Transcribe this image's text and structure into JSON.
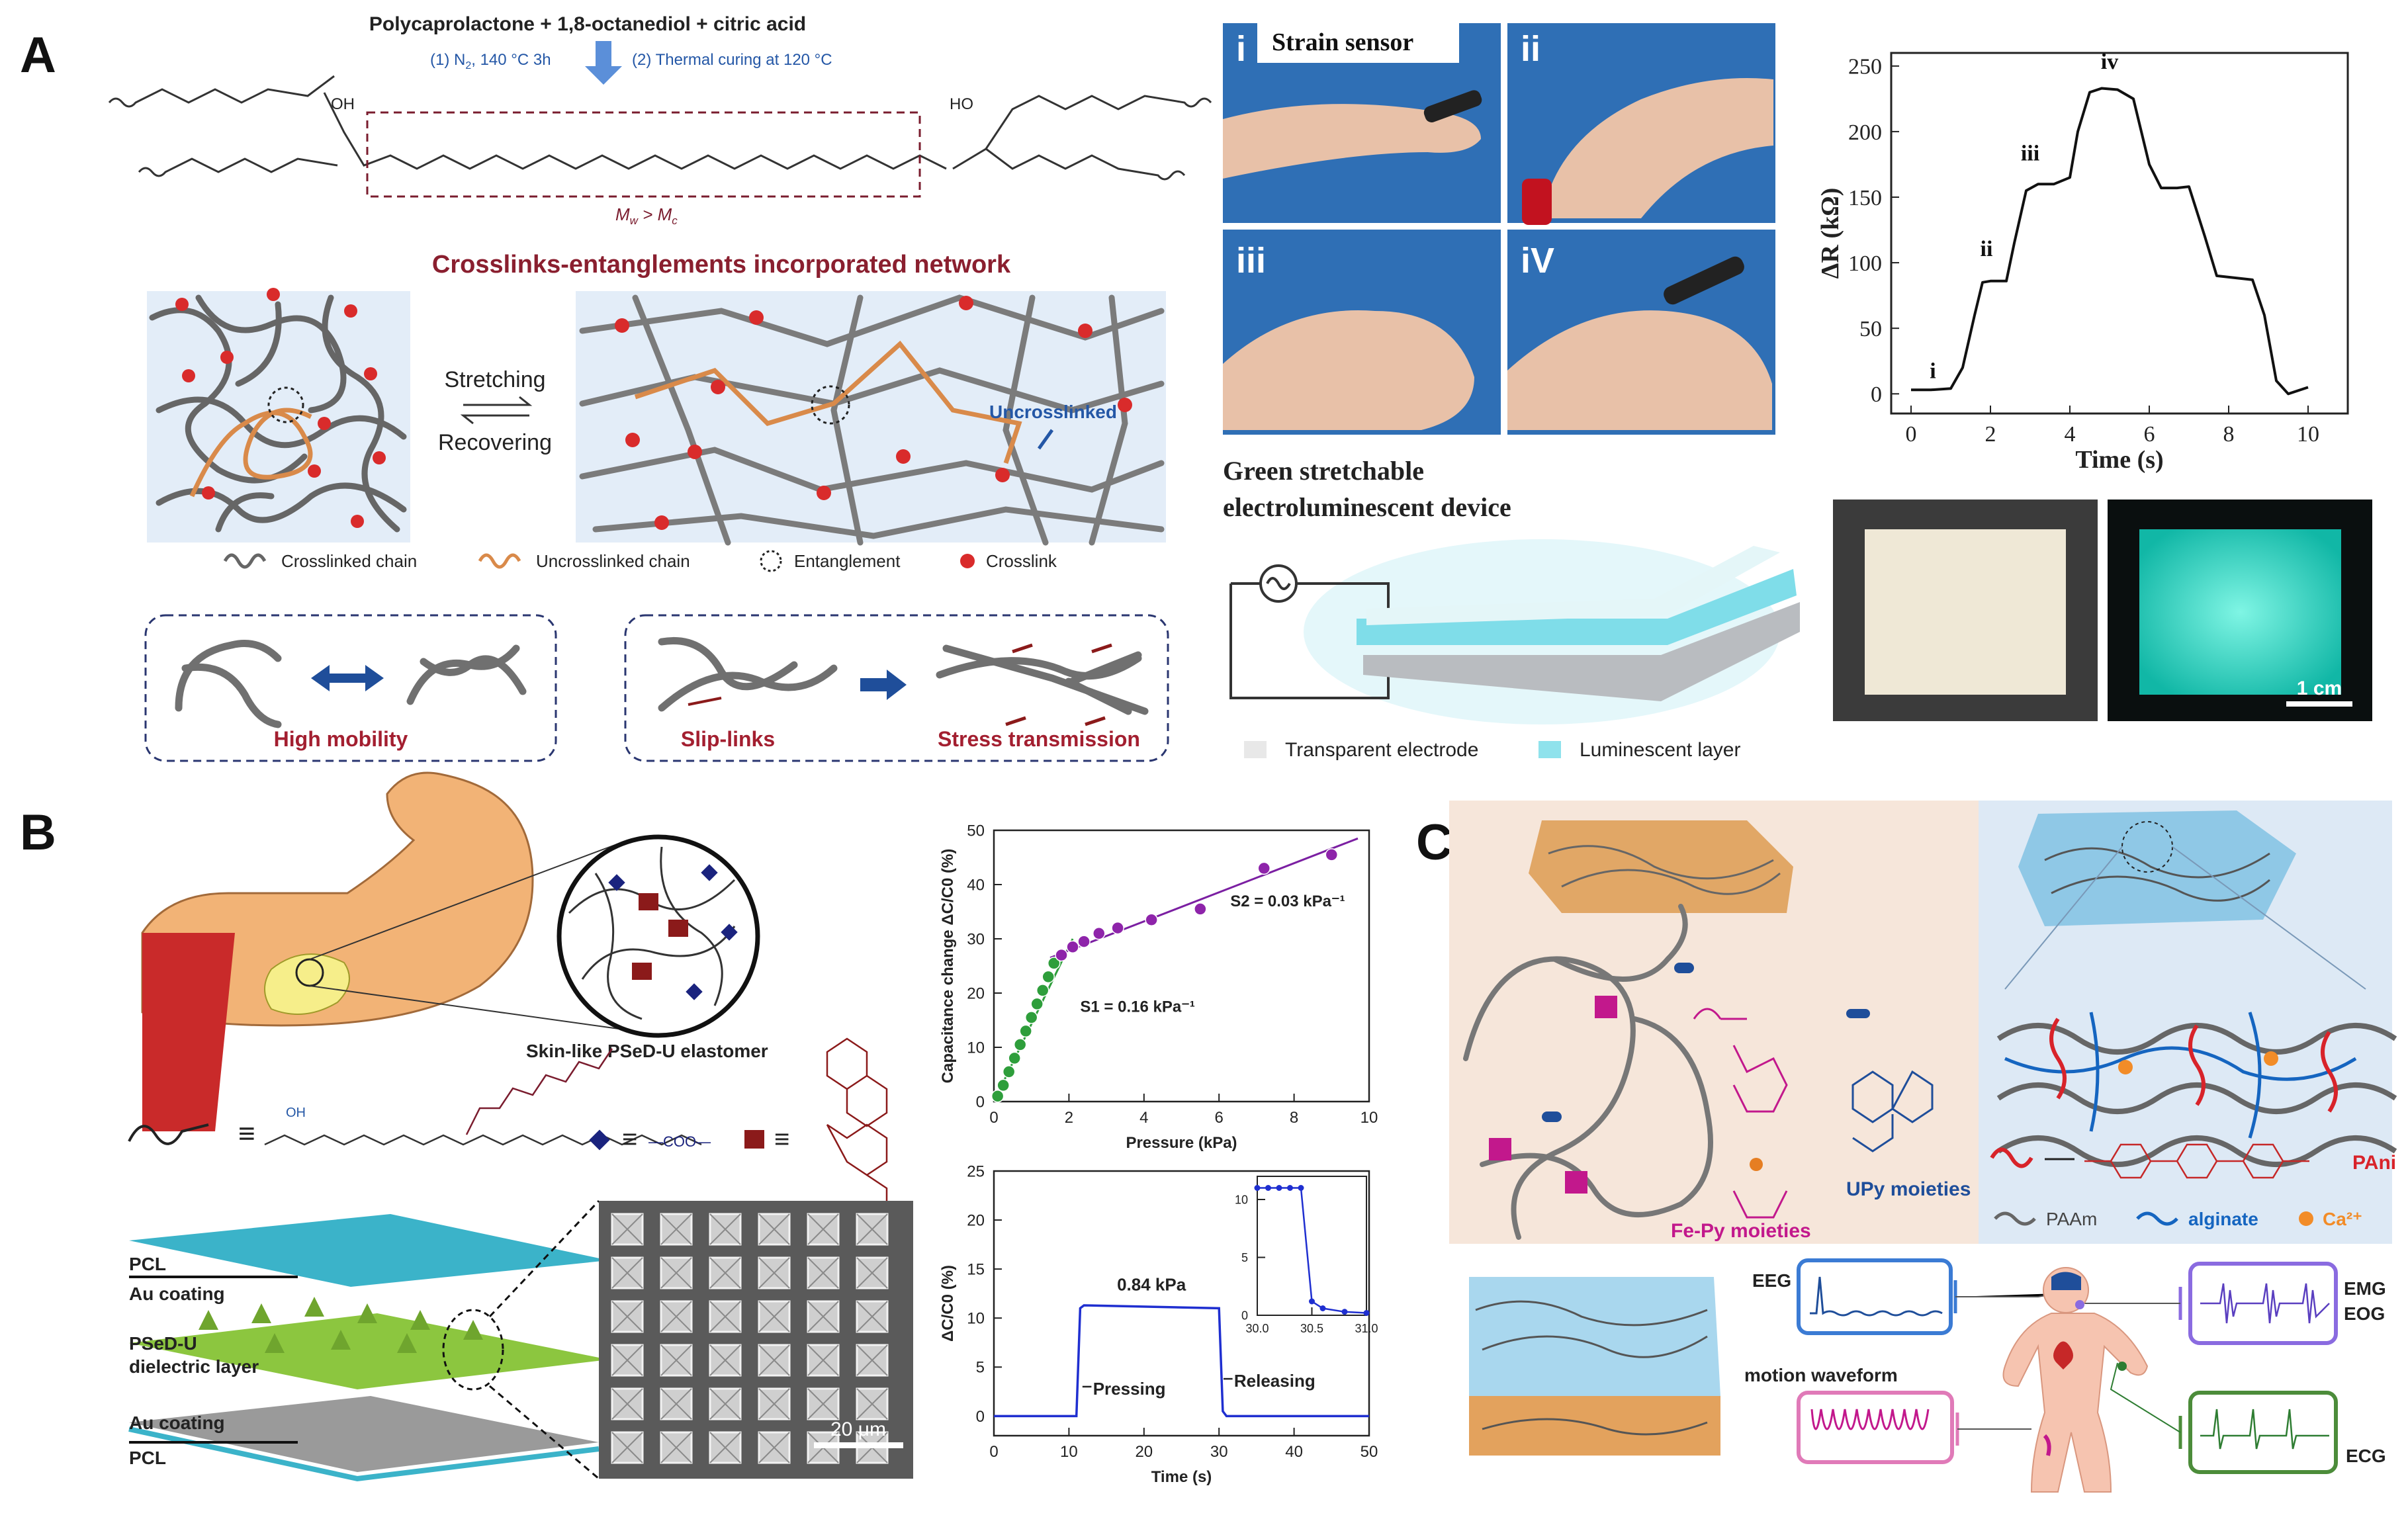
{
  "panel_labels": {
    "a": "A",
    "b": "B",
    "c": "C"
  },
  "panelA": {
    "chem_title": "Polycaprolactone + 1,8-octanediol + citric acid",
    "step1": "(1) N",
    "step1_sub": "2",
    "step1_rest": ", 140 °C 3h",
    "step2": "(2) Thermal curing at 120 °C",
    "mw_label": "M",
    "mw_sub": "w",
    "mw_rest": " > M",
    "mc_sub": "c",
    "network_title": "Crosslinks-entanglements incorporated network",
    "stretching": "Stretching",
    "recovering": "Recovering",
    "uncrosslinked": "Uncrosslinked",
    "legend": [
      "Crosslinked chain",
      "Uncrosslinked chain",
      "Entanglement",
      "Crosslink"
    ],
    "high_mobility": "High mobility",
    "slip_links": "Slip-links",
    "stress_transmission": "Stress transmission",
    "photo_labels": [
      "i",
      "ii",
      "iii",
      "iV"
    ],
    "strain_sensor": "Strain sensor",
    "device_title_1": "Green stretchable",
    "device_title_2": "electroluminescent device",
    "device_legend": [
      "Transparent electrode",
      "Luminescent layer"
    ],
    "scale_bar": "1 cm",
    "colors": {
      "maroon": "#7a1c2e",
      "orange": "#d98a4a",
      "grey_chain": "#6f6f6f",
      "crosslink": "#d92b2b",
      "glow": "#3fe8d0"
    }
  },
  "chartA": {
    "chart_data": {
      "type": "line",
      "title": "",
      "xlabel": "Time (s)",
      "ylabel": "ΔR (kΩ)",
      "xlim": [
        -0.5,
        11
      ],
      "ylim": [
        -15,
        260
      ],
      "xticks": [
        "0",
        "2",
        "4",
        "6",
        "8",
        "10"
      ],
      "yticks": [
        "0",
        "50",
        "100",
        "150",
        "200",
        "250"
      ],
      "x": [
        0,
        0.5,
        1.0,
        1.3,
        1.6,
        1.8,
        2.0,
        2.4,
        2.6,
        2.9,
        3.2,
        3.6,
        4.0,
        4.2,
        4.5,
        4.8,
        5.2,
        5.6,
        6.0,
        6.3,
        6.7,
        7.0,
        7.4,
        7.7,
        8.3,
        8.6,
        8.9,
        9.2,
        9.5,
        10.0
      ],
      "y": [
        3,
        3,
        4,
        20,
        60,
        85,
        86,
        86,
        115,
        155,
        160,
        160,
        165,
        200,
        230,
        233,
        232,
        225,
        175,
        157,
        157,
        158,
        120,
        90,
        88,
        87,
        60,
        10,
        0,
        5
      ],
      "point_labels": [
        {
          "text": "i",
          "x": 0.55,
          "y": 12
        },
        {
          "text": "ii",
          "x": 1.9,
          "y": 105
        },
        {
          "text": "iii",
          "x": 3.0,
          "y": 178
        },
        {
          "text": "iv",
          "x": 5.0,
          "y": 248
        }
      ]
    }
  },
  "panelB": {
    "skin_like": "Skin-like PSeD-U elastomer",
    "equiv": "≡",
    "coo": "—COO—",
    "oh": "OH",
    "layers": [
      "PCL",
      "Au coating",
      "PSeD-U",
      "dielectric layer",
      "Au coating",
      "PCL"
    ],
    "scale": "20 μm",
    "colors": {
      "dark_blue": "#1a237e",
      "brown_red": "#8b1a1a",
      "cyan_sheet": "#3bb3c9",
      "green_sheet": "#8cc63f"
    }
  },
  "chartB1": {
    "chart_data": {
      "type": "scatter",
      "title": "",
      "xlabel": "Pressure (kPa)",
      "ylabel": "Capacitance change ΔC/C0 (%)",
      "xlim": [
        0,
        10
      ],
      "ylim": [
        0,
        50
      ],
      "xticks": [
        "0",
        "2",
        "4",
        "6",
        "8",
        "10"
      ],
      "yticks": [
        "0",
        "10",
        "20",
        "30",
        "40",
        "50"
      ],
      "series": [
        {
          "values_x": [
            0.1,
            0.25,
            0.4,
            0.55,
            0.7,
            0.85,
            1.0,
            1.15,
            1.3,
            1.45,
            1.6
          ],
          "values_y": [
            1,
            3,
            5.5,
            8,
            10.5,
            13,
            15.5,
            18,
            20.5,
            23,
            25.5
          ],
          "color": "#2e9e3b"
        },
        {
          "values_x": [
            1.8,
            2.1,
            2.4,
            2.8,
            3.3,
            4.2,
            5.5,
            7.2,
            9.0
          ],
          "values_y": [
            27,
            28.5,
            29.5,
            31,
            32,
            33.5,
            35.5,
            43,
            45.5
          ],
          "color": "#8e24aa"
        }
      ],
      "annotations": [
        "S1 = 0.16 kPa⁻¹",
        "S2 = 0.03 kPa⁻¹"
      ]
    }
  },
  "chartB2": {
    "chart_data": {
      "type": "line",
      "title": "",
      "xlabel": "Time (s)",
      "ylabel": "ΔC/C0 (%)",
      "xlim": [
        0,
        50
      ],
      "ylim": [
        -2,
        25
      ],
      "xticks": [
        "0",
        "10",
        "20",
        "30",
        "40",
        "50"
      ],
      "yticks": [
        "0",
        "5",
        "10",
        "15",
        "20",
        "25"
      ],
      "x": [
        0,
        11,
        11.5,
        12,
        30,
        30.5,
        31,
        50
      ],
      "y": [
        0,
        0,
        11,
        11.3,
        11,
        0.5,
        0,
        0
      ],
      "annotations": [
        "0.84 kPa",
        "Pressing",
        "Releasing"
      ],
      "inset": {
        "xlim": [
          30.0,
          31.0
        ],
        "ylim": [
          0,
          12
        ],
        "xticks": [
          "30.0",
          "30.5",
          "31.0"
        ],
        "yticks": [
          "0",
          "5",
          "10"
        ],
        "x": [
          30.0,
          30.1,
          30.2,
          30.3,
          30.4,
          30.5,
          30.6,
          30.8,
          31.0
        ],
        "y": [
          11,
          11,
          11,
          11,
          11,
          1.2,
          0.6,
          0.3,
          0.2
        ]
      }
    }
  },
  "panelC": {
    "fe_py": "Fe-Py moieties",
    "upy": "UPy moieties",
    "pani": "PAni",
    "legend": [
      "PAAm",
      "alginate",
      "Ca²⁺"
    ],
    "signals": [
      "EEG",
      "EMG",
      "EOG",
      "motion  waveform",
      "ECG"
    ],
    "colors": {
      "bg_left": "#f6e3d5",
      "bg_right": "#dbe8f4",
      "magenta": "#c2188c",
      "blue": "#1565c0",
      "orange": "#f28c28"
    }
  }
}
